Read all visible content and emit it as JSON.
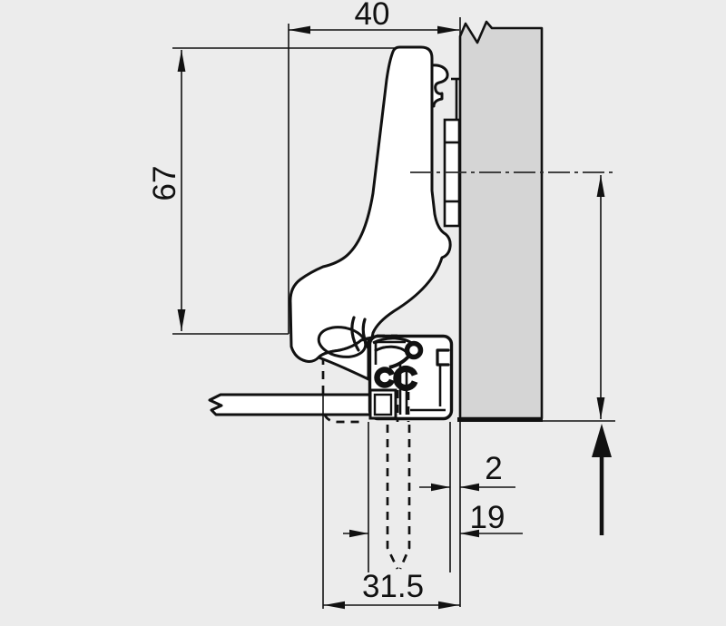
{
  "diagram": {
    "description": "hinge cross-section technical drawing",
    "labels": {
      "overlay_width": "40",
      "hinge_height": "67",
      "reveal_gap": "2",
      "frame_depth": "19",
      "drilling_distance": "31.5"
    }
  },
  "colors": {
    "background": "#ececec",
    "panel_fill": "#d5d5d5",
    "line": "#111111",
    "part_fill": "#ffffff"
  }
}
